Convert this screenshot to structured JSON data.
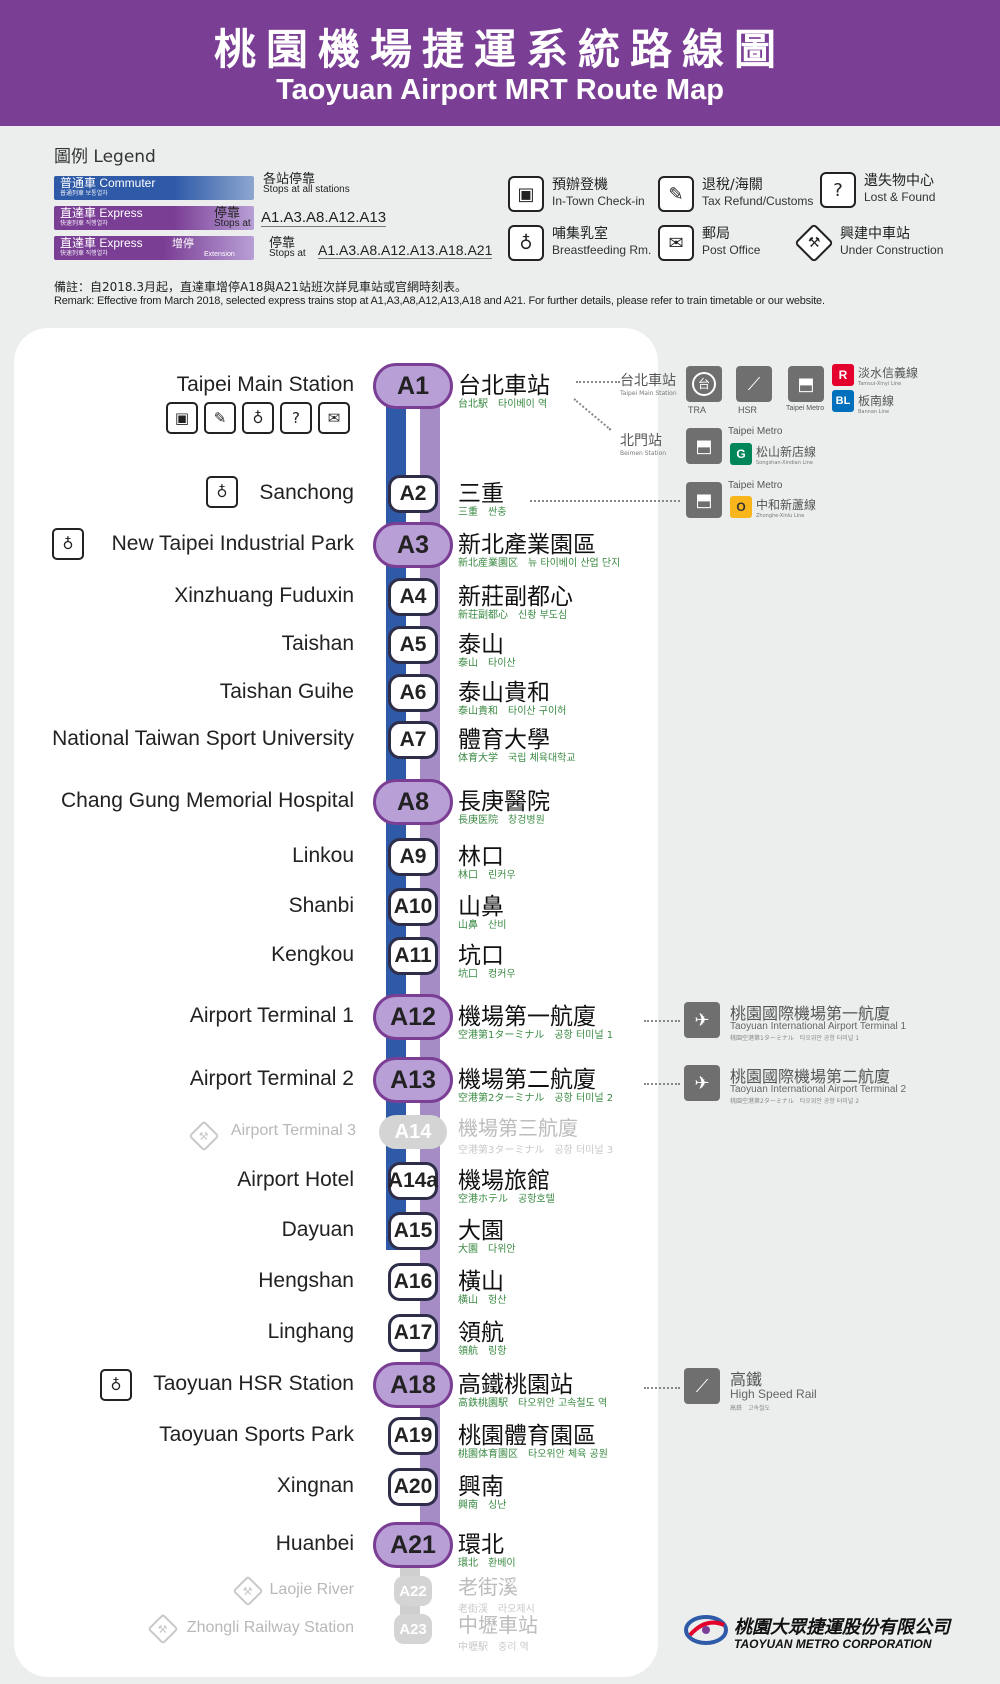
{
  "header": {
    "title_zh": "桃園機場捷運系統路線圖",
    "title_en": "Taoyuan Airport MRT Route Map"
  },
  "legend": {
    "title": "圖例 Legend",
    "commuter": {
      "label": "普通車 Commuter",
      "sub": "普通列車 보통열차",
      "stops_zh": "各站停靠",
      "stops_en": "Stops at all stations"
    },
    "express": {
      "label": "直達車 Express",
      "sub": "快速列車 직행열차",
      "stops_zh": "停靠",
      "stops_en": "Stops at",
      "list": "A1.A3.A8.A12.A13"
    },
    "extension": {
      "label": "直達車 Express",
      "sub": "快速列車 직행열차",
      "ext": "增停",
      "ext_sub": "Extension",
      "stops_zh": "停靠",
      "stops_en": "Stops at",
      "list": "A1.A3.A8.A12.A13.A18.A21"
    },
    "facilities": [
      {
        "zh": "預辦登機",
        "en": "In-Town Check-in",
        "icon": "luggage-icon",
        "glyph": "▣"
      },
      {
        "zh": "退稅/海關",
        "en": "Tax Refund/Customs",
        "icon": "tax-refund-icon",
        "glyph": "✎"
      },
      {
        "zh": "遺失物中心",
        "en": "Lost & Found",
        "icon": "lost-found-icon",
        "glyph": "?"
      },
      {
        "zh": "哺集乳室",
        "en": "Breastfeeding Rm.",
        "icon": "breastfeeding-icon",
        "glyph": "♁"
      },
      {
        "zh": "郵局",
        "en": "Post Office",
        "icon": "post-office-icon",
        "glyph": "✉"
      },
      {
        "zh": "興建中車站",
        "en": "Under Construction",
        "icon": "construction-icon",
        "glyph": "⚒"
      }
    ]
  },
  "remark": {
    "zh": "備註：自2018.3月起，直達車增停A18與A21站班次詳見車站或官網時刻表。",
    "en": "Remark: Effective from March 2018, selected express trains stop at A1,A3,A8,A12,A13,A18 and A21. For further details, please refer to train timetable or our website."
  },
  "stations": [
    {
      "code": "A1",
      "en": "Taipei Main Station",
      "zh": "台北車站",
      "sub": "台北駅　타이베이 역",
      "kind": "express"
    },
    {
      "code": "A2",
      "en": "Sanchong",
      "zh": "三重",
      "sub": "三重　싼충",
      "kind": "commuter"
    },
    {
      "code": "A3",
      "en": "New Taipei Industrial Park",
      "zh": "新北產業園區",
      "sub": "新北産業園区　뉴 타이베이 산업 단지",
      "kind": "express"
    },
    {
      "code": "A4",
      "en": "Xinzhuang Fuduxin",
      "zh": "新莊副都心",
      "sub": "新荘副都心　신좡 부도심",
      "kind": "commuter"
    },
    {
      "code": "A5",
      "en": "Taishan",
      "zh": "泰山",
      "sub": "泰山　타이산",
      "kind": "commuter"
    },
    {
      "code": "A6",
      "en": "Taishan Guihe",
      "zh": "泰山貴和",
      "sub": "泰山貴和　타이산 구이허",
      "kind": "commuter"
    },
    {
      "code": "A7",
      "en": "National Taiwan Sport University",
      "zh": "體育大學",
      "sub": "体育大学　국립 체육대학교",
      "kind": "commuter"
    },
    {
      "code": "A8",
      "en": "Chang Gung Memorial Hospital",
      "zh": "長庚醫院",
      "sub": "長庚医院　창겅병원",
      "kind": "express"
    },
    {
      "code": "A9",
      "en": "Linkou",
      "zh": "林口",
      "sub": "林口　린커우",
      "kind": "commuter"
    },
    {
      "code": "A10",
      "en": "Shanbi",
      "zh": "山鼻",
      "sub": "山鼻　산비",
      "kind": "commuter"
    },
    {
      "code": "A11",
      "en": "Kengkou",
      "zh": "坑口",
      "sub": "坑口　컹커우",
      "kind": "commuter"
    },
    {
      "code": "A12",
      "en": "Airport Terminal 1",
      "zh": "機場第一航廈",
      "sub": "空港第1ターミナル　공항 터미널 1",
      "kind": "express"
    },
    {
      "code": "A13",
      "en": "Airport Terminal 2",
      "zh": "機場第二航廈",
      "sub": "空港第2ターミナル　공항 터미널 2",
      "kind": "express"
    },
    {
      "code": "A14",
      "en": "Airport Terminal 3",
      "zh": "機場第三航廈",
      "sub": "空港第3ターミナル　공항 터미널 3",
      "kind": "future"
    },
    {
      "code": "A14a",
      "en": "Airport Hotel",
      "zh": "機場旅館",
      "sub": "空港ホテル　공항호텔",
      "kind": "commuter"
    },
    {
      "code": "A15",
      "en": "Dayuan",
      "zh": "大園",
      "sub": "大園　다위안",
      "kind": "commuter"
    },
    {
      "code": "A16",
      "en": "Hengshan",
      "zh": "橫山",
      "sub": "横山　헝산",
      "kind": "commuter"
    },
    {
      "code": "A17",
      "en": "Linghang",
      "zh": "領航",
      "sub": "領航　링항",
      "kind": "commuter"
    },
    {
      "code": "A18",
      "en": "Taoyuan HSR Station",
      "zh": "高鐵桃園站",
      "sub": "高鉄桃園駅　타오위안 고속철도 역",
      "kind": "express"
    },
    {
      "code": "A19",
      "en": "Taoyuan Sports Park",
      "zh": "桃園體育園區",
      "sub": "桃園体育園区　타오위안 체육 공원",
      "kind": "commuter"
    },
    {
      "code": "A20",
      "en": "Xingnan",
      "zh": "興南",
      "sub": "興南　싱난",
      "kind": "commuter"
    },
    {
      "code": "A21",
      "en": "Huanbei",
      "zh": "環北",
      "sub": "環北　환베이",
      "kind": "express"
    },
    {
      "code": "A22",
      "en": "Laojie River",
      "zh": "老街溪",
      "sub": "老街渓　라오제시",
      "kind": "future"
    },
    {
      "code": "A23",
      "en": "Zhongli Railway Station",
      "zh": "中壢車站",
      "sub": "中壢駅　중리 역",
      "kind": "future"
    }
  ],
  "transfers": {
    "taipei_main": {
      "zh": "台北車站",
      "en": "Taipei Main Station",
      "tra": "TRA",
      "hsr": "HSR",
      "metro": "Taipei Metro",
      "r_code": "R",
      "r_zh": "淡水信義線",
      "r_en": "Tamsui-Xinyi Line",
      "bl_code": "BL",
      "bl_zh": "板南線",
      "bl_en": "Bannan Line"
    },
    "beimen": {
      "zh": "北門站",
      "en": "Beimen Station",
      "metro": "Taipei Metro",
      "g_code": "G",
      "g_zh": "松山新店線",
      "g_en": "Songshan-Xindian Line"
    },
    "sanchong": {
      "metro": "Taipei Metro",
      "o_code": "O",
      "o_zh": "中和新蘆線",
      "o_en": "Zhonghe-Xinlu Line"
    },
    "t1": {
      "zh": "桃園國際機場第一航廈",
      "en": "Taoyuan International Airport Terminal 1",
      "sub": "桃園空港第1ターミナル　타오위안 공항 터미널 1"
    },
    "t2": {
      "zh": "桃園國際機場第二航廈",
      "en": "Taoyuan International Airport Terminal 2",
      "sub": "桃園空港第2ターミナル　타오위안 공항 터미널 2"
    },
    "hsr": {
      "zh": "高鐵",
      "en": "High Speed Rail",
      "sub": "高鉄　고속철도"
    }
  },
  "corporation": {
    "zh": "桃園大眾捷運股份有限公司",
    "en": "TAOYUAN METRO CORPORATION"
  },
  "colors": {
    "header": "#7b3e95",
    "blue_line": "#2e5aa8",
    "purple_line": "#a58cc4",
    "express_badge": "#b89fd6",
    "red_line": "#e3002c",
    "blue_line_code": "#0070bd",
    "green_line": "#008659",
    "orange_line": "#f8b61c"
  }
}
